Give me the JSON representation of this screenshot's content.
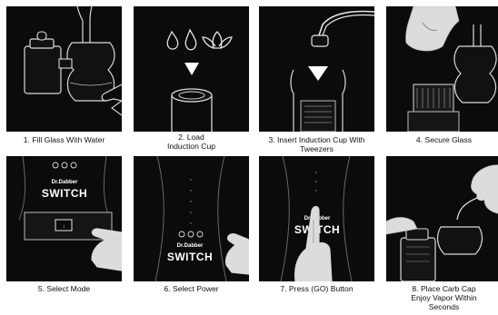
{
  "steps": [
    {
      "number": 1,
      "caption": "1. Fill Glass With Water"
    },
    {
      "number": 2,
      "caption": "2. Load\nInduction Cup"
    },
    {
      "number": 3,
      "caption": "3. Insert Induction Cup With\nTweezers"
    },
    {
      "number": 4,
      "caption": "4. Secure Glass"
    },
    {
      "number": 5,
      "caption": "5. Select Mode"
    },
    {
      "number": 6,
      "caption": "6. Select Power"
    },
    {
      "number": 7,
      "caption": "7. Press (GO) Button"
    },
    {
      "number": 8,
      "caption": "8. Place Carb Cap\nEnjoy Vapor Within\nSeconds"
    }
  ],
  "device": {
    "brand": "Dr.Dabber",
    "model": "SWITCH"
  },
  "colors": {
    "panel_background": "#0b0b0b",
    "line_art": "#d9d9d9",
    "caption_text": "#111111"
  }
}
